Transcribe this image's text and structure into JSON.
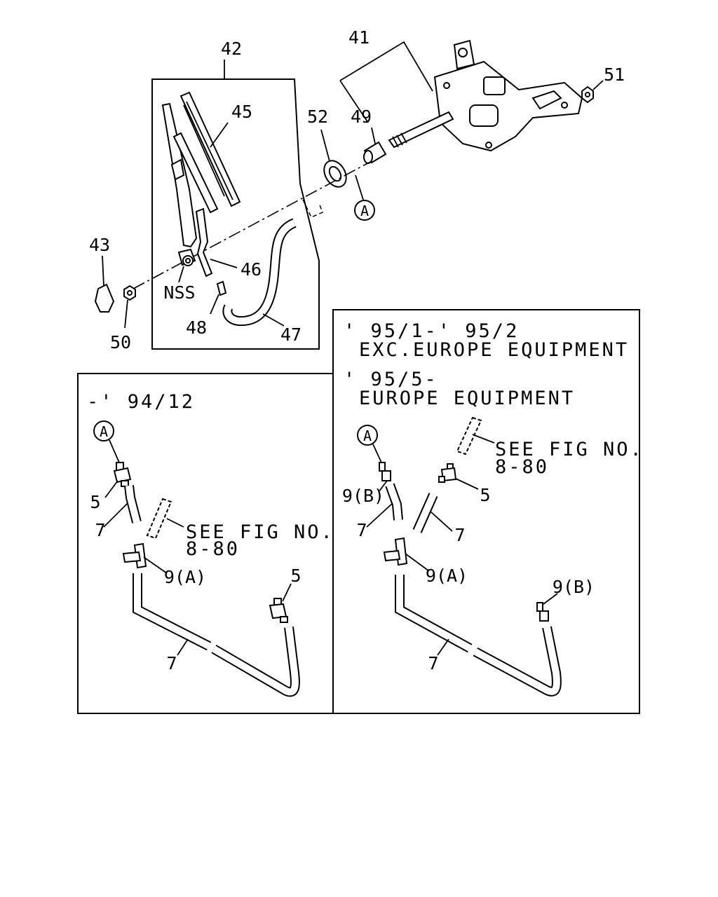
{
  "labels": {
    "p42": "42",
    "p41": "41",
    "p45": "45",
    "p52": "52",
    "p49": "49",
    "p51": "51",
    "p43": "43",
    "p46": "46",
    "nss": "NSS",
    "p48": "48",
    "p47": "47",
    "p50": "50",
    "callout_a_top": "A",
    "l_a": "A",
    "l_5a": "5",
    "l_7a": "7",
    "l_9a": "9(A)",
    "l_5b": "5",
    "l_7b": "7",
    "r_a": "A",
    "r_9b1": "9(B)",
    "r_5": "5",
    "r_7a": "7",
    "r_7b": "7",
    "r_9a": "9(A)",
    "r_9b2": "9(B)",
    "r_7c": "7"
  },
  "left_panel": {
    "date": "-' 94/12",
    "see_fig_1": "SEE FIG NO.",
    "see_fig_2": "8-80"
  },
  "right_panel": {
    "cond1_date": "' 95/1-' 95/2",
    "cond1_text": "EXC.EUROPE EQUIPMENT",
    "cond2_date": "' 95/5-",
    "cond2_text": "EUROPE EQUIPMENT",
    "see_fig_1": "SEE FIG NO.",
    "see_fig_2": "8-80"
  }
}
